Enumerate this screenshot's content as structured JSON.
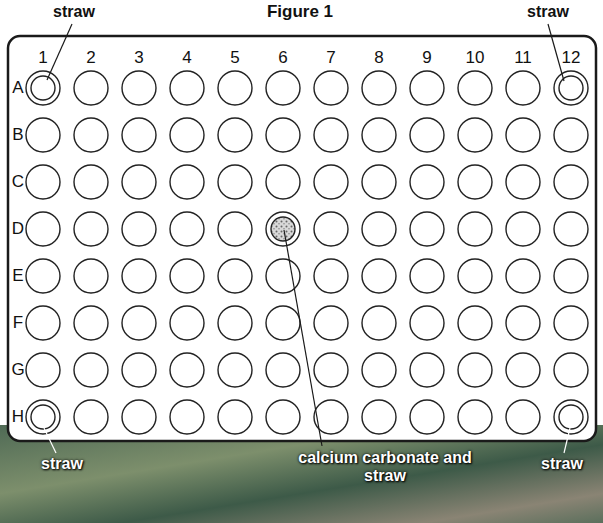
{
  "diagram": {
    "title": "Figure 1",
    "labels": [
      "straw",
      "straw",
      "1",
      "2",
      "3",
      "4",
      "5",
      "6",
      "7",
      "8",
      "9",
      "10",
      "11",
      "12",
      "A",
      "B",
      "C",
      "D",
      "E",
      "F",
      "G",
      "H",
      "straw",
      "calcium carbonate and straw",
      "straw"
    ]
  }
}
